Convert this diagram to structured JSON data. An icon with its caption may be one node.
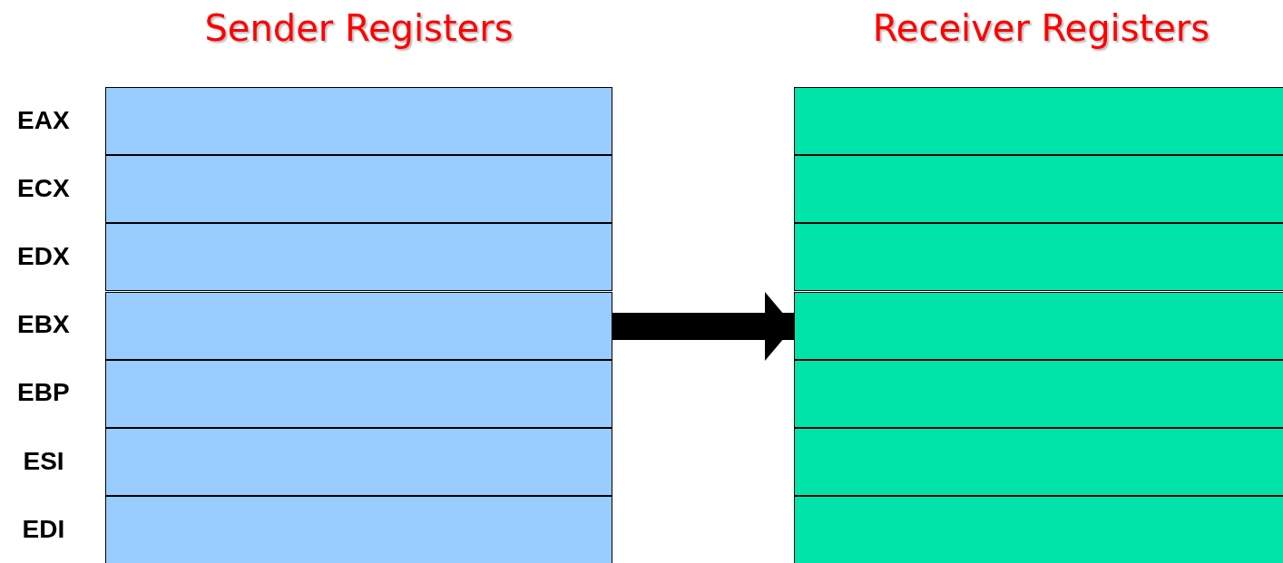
{
  "diagram": {
    "nodes": [
      {
        "text": [
          "Sender Registers"
        ]
      },
      {
        "text": [],
        "shape": "box",
        "in": 0,
        "beside": [
          "EAX"
        ]
      },
      {
        "text": [],
        "shape": "box",
        "in": 0,
        "beside": [
          "ECX"
        ]
      },
      {
        "text": [],
        "shape": "box",
        "in": 0,
        "beside": [
          "EDX"
        ]
      },
      {
        "text": [],
        "shape": "box",
        "in": 0,
        "beside": [
          "EBX"
        ]
      },
      {
        "text": [],
        "shape": "box",
        "in": 0,
        "beside": [
          "EBP"
        ]
      },
      {
        "text": [],
        "shape": "box",
        "in": 0,
        "beside": [
          "ESI"
        ]
      },
      {
        "text": [],
        "shape": "box",
        "in": 0,
        "beside": [
          "EDI"
        ]
      },
      {
        "text": [
          "Receiver Registers"
        ]
      },
      {
        "text": [],
        "shape": "box",
        "in": 8
      },
      {
        "text": [],
        "shape": "box",
        "in": 8
      },
      {
        "text": [],
        "shape": "box",
        "in": 8
      },
      {
        "text": [],
        "shape": "box",
        "in": 8
      },
      {
        "text": [],
        "shape": "box",
        "in": 8
      },
      {
        "text": [],
        "shape": "box",
        "in": 8
      },
      {
        "text": [],
        "shape": "box",
        "in": 8
      }
    ],
    "edges": [
      {
        "from": 0,
        "to": 8,
        "arrow": "to"
      }
    ]
  }
}
